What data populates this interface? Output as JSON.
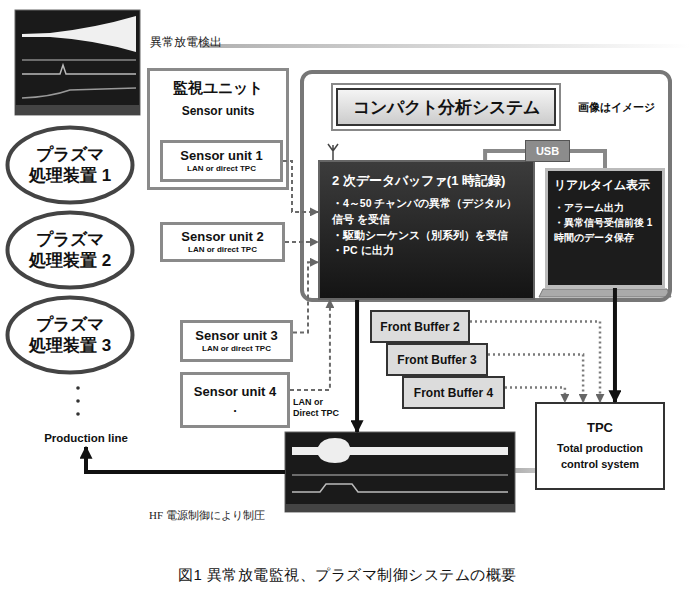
{
  "diagram": {
    "caption": "図1 異常放電監視、プラズマ制御システムの概要",
    "nodes": [
      {
        "text": [
          "異常放電検出"
        ]
      },
      {
        "text": [
          "プラズマ 処理装置 1"
        ]
      },
      {
        "text": [
          "プラズマ 処理装置 2"
        ]
      },
      {
        "text": [
          "プラズマ 処理装置 3"
        ]
      },
      {
        "text": [
          "Production line"
        ]
      },
      {
        "text": [
          "監視ユニット",
          "Sensor units"
        ]
      },
      {
        "text": [
          "Sensor unit 1",
          "LAN or direct TPC"
        ],
        "in": 5
      },
      {
        "text": [
          "Sensor unit 2",
          "LAN or direct TPC"
        ]
      },
      {
        "text": [
          "Sensor unit 3",
          "LAN or direct TPC"
        ]
      },
      {
        "text": [
          "Sensor unit 4",
          "."
        ]
      },
      {
        "text": [
          "コンパクト分析システム"
        ]
      },
      {
        "text": [
          "2 次データバッファ(1 時記録)",
          "・4～50 チャンバの異常（デジタル）信号 を受信",
          "・駆動シーケンス（別系列）を受信",
          "・PC に出力"
        ],
        "in": 10
      },
      {
        "text": [
          "USB"
        ],
        "in": 10
      },
      {
        "text": [
          "リアルタイム表示",
          "・アラーム出力",
          "・異常信号受信前後 1 時間のデータ保存"
        ],
        "in": 10
      },
      {
        "text": [
          "Front Buffer 2"
        ]
      },
      {
        "text": [
          "Front Buffer 3"
        ]
      },
      {
        "text": [
          "Front Buffer 4"
        ]
      },
      {
        "text": [
          "TPC",
          "Total production control system"
        ]
      },
      {
        "text": [
          "HF 電源制御により制圧"
        ]
      }
    ],
    "edges": [
      {
        "from": 6,
        "to": 11,
        "arrow": "to"
      },
      {
        "from": 7,
        "to": 11,
        "arrow": "to"
      },
      {
        "from": 8,
        "to": 11,
        "arrow": "to"
      },
      {
        "from": 9,
        "to": 11,
        "arrow": "to",
        "label": "LAN or Direct TPC"
      },
      {
        "from": 11,
        "to": 18,
        "arrow": "to"
      },
      {
        "from": 18,
        "to": 4,
        "arrow": "to"
      },
      {
        "from": 13,
        "to": 17,
        "arrow": "to"
      },
      {
        "from": 14,
        "to": 17,
        "arrow": "to"
      },
      {
        "from": 15,
        "to": 17,
        "arrow": "to"
      },
      {
        "from": 16,
        "to": 17,
        "arrow": "to"
      },
      {
        "from": 11,
        "to": 12,
        "arrow": "none"
      },
      {
        "from": 12,
        "to": 13,
        "arrow": "none"
      }
    ],
    "labels": [
      "画像はイメージ"
    ]
  }
}
